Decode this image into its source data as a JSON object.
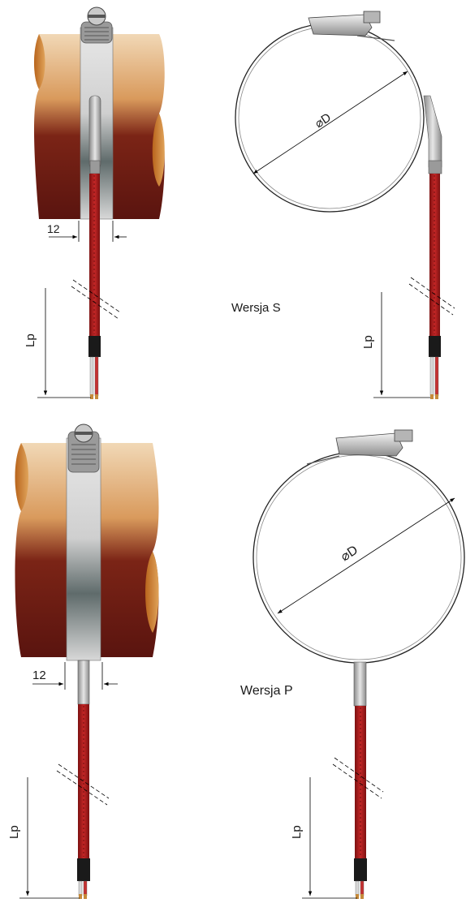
{
  "version_s": {
    "label": "Wersja S",
    "width_dim": "12",
    "diameter_dim": "⌀D",
    "length_dim": "Lp",
    "side_length_dim": "Lp"
  },
  "version_p": {
    "label": "Wersja P",
    "width_dim": "12",
    "diameter_dim": "⌀D",
    "length_dim": "Lp",
    "side_length_dim": "Lp"
  },
  "colors": {
    "pipe_light": "#e9c7a0",
    "pipe_dark": "#6b1a12",
    "band": "#c9c9c9",
    "cable": "#a81e1e",
    "sleeve": "#1a1a1a"
  }
}
